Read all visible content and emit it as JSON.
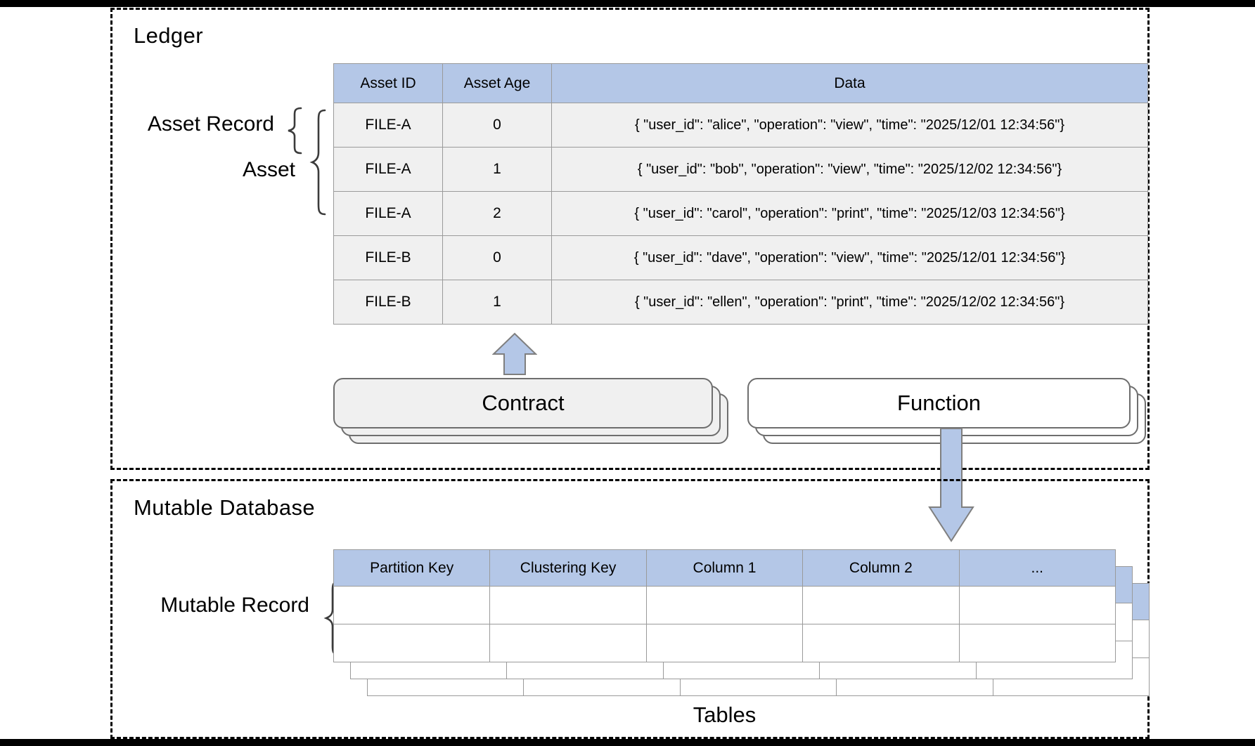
{
  "frames": {
    "ledger": {
      "title": "Ledger"
    },
    "mutable": {
      "title": "Mutable Database"
    }
  },
  "braces": {
    "asset_record": "Asset Record",
    "asset": "Asset",
    "mutable_record": "Mutable Record"
  },
  "asset_table": {
    "headers": [
      "Asset ID",
      "Asset Age",
      "Data"
    ],
    "rows": [
      [
        "FILE-A",
        "0",
        "{ \"user_id\": \"alice\", \"operation\": \"view\", \"time\": \"2025/12/01 12:34:56\"}"
      ],
      [
        "FILE-A",
        "1",
        "{ \"user_id\": \"bob\", \"operation\": \"view\", \"time\": \"2025/12/02 12:34:56\"}"
      ],
      [
        "FILE-A",
        "2",
        "{ \"user_id\": \"carol\", \"operation\": \"print\", \"time\": \"2025/12/03 12:34:56\"}"
      ],
      [
        "FILE-B",
        "0",
        "{ \"user_id\": \"dave\", \"operation\": \"view\", \"time\": \"2025/12/01 12:34:56\"}"
      ],
      [
        "FILE-B",
        "1",
        "{ \"user_id\": \"ellen\", \"operation\": \"print\", \"time\": \"2025/12/02 12:34:56\"}"
      ]
    ]
  },
  "components": {
    "contract": "Contract",
    "function": "Function"
  },
  "mutable_table": {
    "headers": [
      "Partition Key",
      "Clustering Key",
      "Column 1",
      "Column 2",
      "..."
    ],
    "rows": [
      [
        "",
        "",
        "",
        "",
        ""
      ],
      [
        "",
        "",
        "",
        "",
        ""
      ]
    ],
    "caption": "Tables"
  },
  "colors": {
    "header_blue": "#b4c7e7",
    "ledger_cell_gray": "#f0f0f0",
    "arrow_blue": "#b4c7e7",
    "border_gray": "#9a9a9a",
    "frame_black": "#000000"
  },
  "icons": {
    "arrow_up": "arrow-up-icon",
    "arrow_down": "arrow-down-icon",
    "brace": "curly-brace-icon"
  }
}
